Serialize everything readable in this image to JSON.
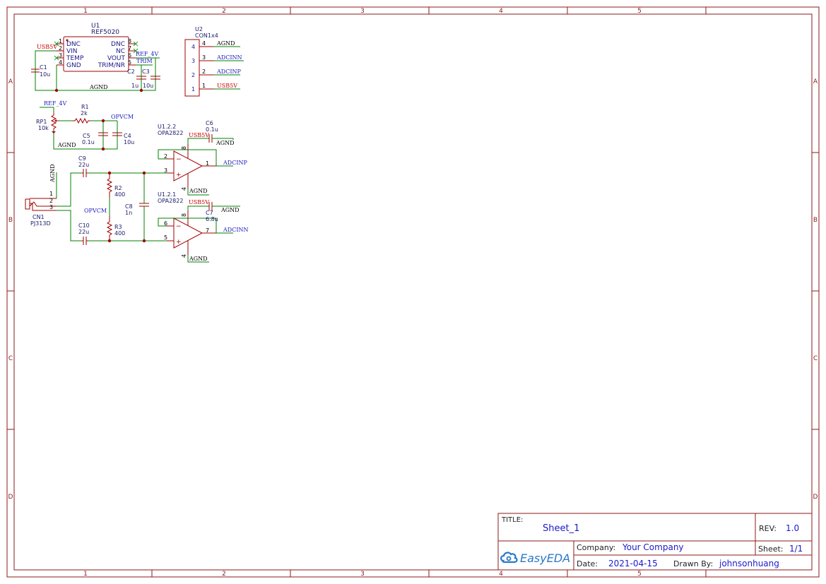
{
  "frame": {
    "columns": [
      "1",
      "2",
      "3",
      "4",
      "5"
    ],
    "rows": [
      "A",
      "B",
      "C",
      "D"
    ]
  },
  "title_block": {
    "title_label": "TITLE:",
    "title_value": "Sheet_1",
    "rev_label": "REV:",
    "rev_value": "1.0",
    "company_label": "Company:",
    "company_value": "Your Company",
    "sheet_label": "Sheet:",
    "sheet_value": "1/1",
    "date_label": "Date:",
    "date_value": "2021-04-15",
    "drawn_label": "Drawn By:",
    "drawn_value": "johnsonhuang",
    "logo_text": "EasyEDA",
    "logo_icon": "cloud-logo-icon"
  },
  "components": {
    "u1": {
      "ref": "U1",
      "value": "REF5020",
      "pins_left": [
        "DNC",
        "VIN",
        "TEMP",
        "GND"
      ],
      "pins_right": [
        "DNC",
        "NC",
        "VOUT",
        "TRIM/NR"
      ],
      "pin_nums_left": [
        "1",
        "2",
        "3",
        "4"
      ],
      "pin_nums_right": [
        "8",
        "7",
        "6",
        "5"
      ]
    },
    "c1": {
      "ref": "C1",
      "value": "10u"
    },
    "c2": {
      "ref": "C2",
      "value": "1u"
    },
    "c3": {
      "ref": "C3",
      "value": "10u"
    },
    "u2": {
      "ref": "U2",
      "value": "CON1x4",
      "pins": [
        "4",
        "3",
        "2",
        "1"
      ],
      "inner": [
        "4",
        "3",
        "2",
        "1"
      ]
    },
    "r1": {
      "ref": "R1",
      "value": "2k"
    },
    "rp1": {
      "ref": "RP1",
      "value": "10k"
    },
    "c5": {
      "ref": "C5",
      "value": "0.1u"
    },
    "c4": {
      "ref": "C4",
      "value": "10u"
    },
    "c9": {
      "ref": "C9",
      "value": "22u"
    },
    "c10": {
      "ref": "C10",
      "value": "22u"
    },
    "r2": {
      "ref": "R2",
      "value": "400"
    },
    "r3": {
      "ref": "R3",
      "value": "400"
    },
    "c8": {
      "ref": "C8",
      "value": "1n"
    },
    "cn1": {
      "ref": "CN1",
      "value": "PJ313D",
      "pins": [
        "1",
        "2",
        "3"
      ]
    },
    "u122": {
      "ref": "U1.2.2",
      "value": "OPA2822",
      "pin_minus": "2",
      "pin_plus": "3",
      "pin_out": "1",
      "pin_vcc": "8",
      "pin_gnd": "4"
    },
    "u121": {
      "ref": "U1.2.1",
      "value": "OPA2822",
      "pin_minus": "6",
      "pin_plus": "5",
      "pin_out": "7",
      "pin_vcc": "8",
      "pin_gnd": "4"
    },
    "c6": {
      "ref": "C6",
      "value": "0.1u"
    },
    "c7": {
      "ref": "C7",
      "value": "6.8u"
    }
  },
  "nets": {
    "usb5v": "USB5V",
    "agnd": "AGND",
    "ref_4v": "REF_4V",
    "trim": "TRIM",
    "adcinn": "ADCINN",
    "adcinp": "ADCINP",
    "opvcm": "OPVCM"
  }
}
